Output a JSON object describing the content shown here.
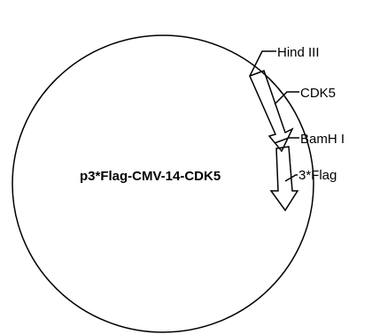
{
  "diagram": {
    "plasmid_name": "p3*Flag-CMV-14-CDK5",
    "features": [
      {
        "id": "hind",
        "label": "Hind III"
      },
      {
        "id": "cdk5",
        "label": "CDK5"
      },
      {
        "id": "bamh",
        "label": "BamH I"
      },
      {
        "id": "flag",
        "label": "3*Flag"
      }
    ],
    "colors": {
      "stroke": "#000000",
      "background": "#ffffff"
    }
  }
}
